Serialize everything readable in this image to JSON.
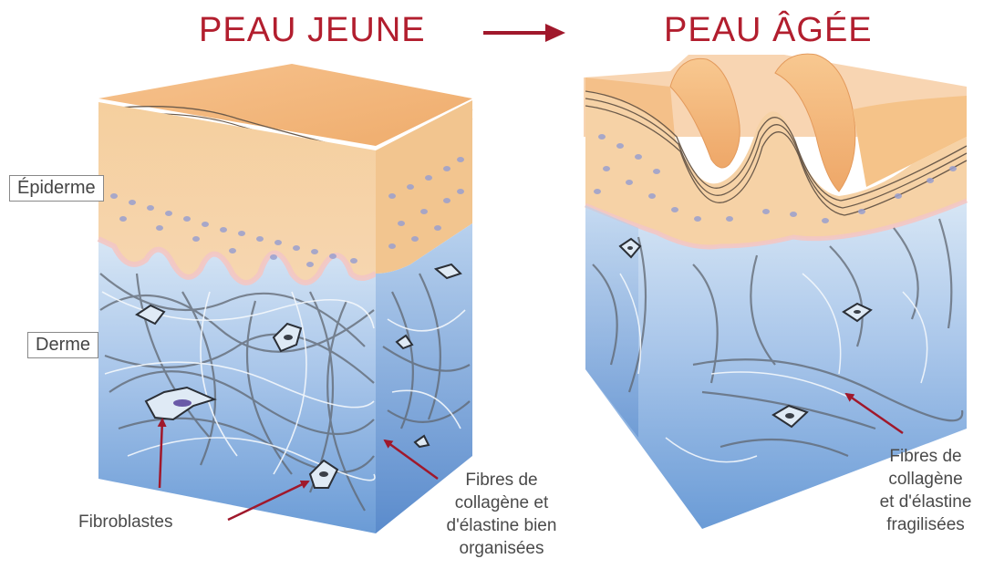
{
  "titles": {
    "young": "PEAU JEUNE",
    "aged": "PEAU ÂGÉE"
  },
  "labels": {
    "epidermis": "Épiderme",
    "dermis": "Derme"
  },
  "callouts": {
    "fibroblasts": "Fibroblastes",
    "young_fibers": "Fibres de\ncollagène et\nd'élastine bien\norganisées",
    "aged_fibers": "Fibres de\ncollagène\net d'élastine\nfragilisées"
  },
  "colors": {
    "title_red": "#b21e2e",
    "arrow_red": "#a0182b",
    "skin_top": "#f3b781",
    "epidermis": "#f7cf9a",
    "dermis_top": "#cfe1f3",
    "dermis_bottom": "#6f9ed6",
    "fiber_dark": "#5f6670",
    "fiber_light": "#f4f8fc",
    "cell_dot": "#9aa0cf"
  }
}
